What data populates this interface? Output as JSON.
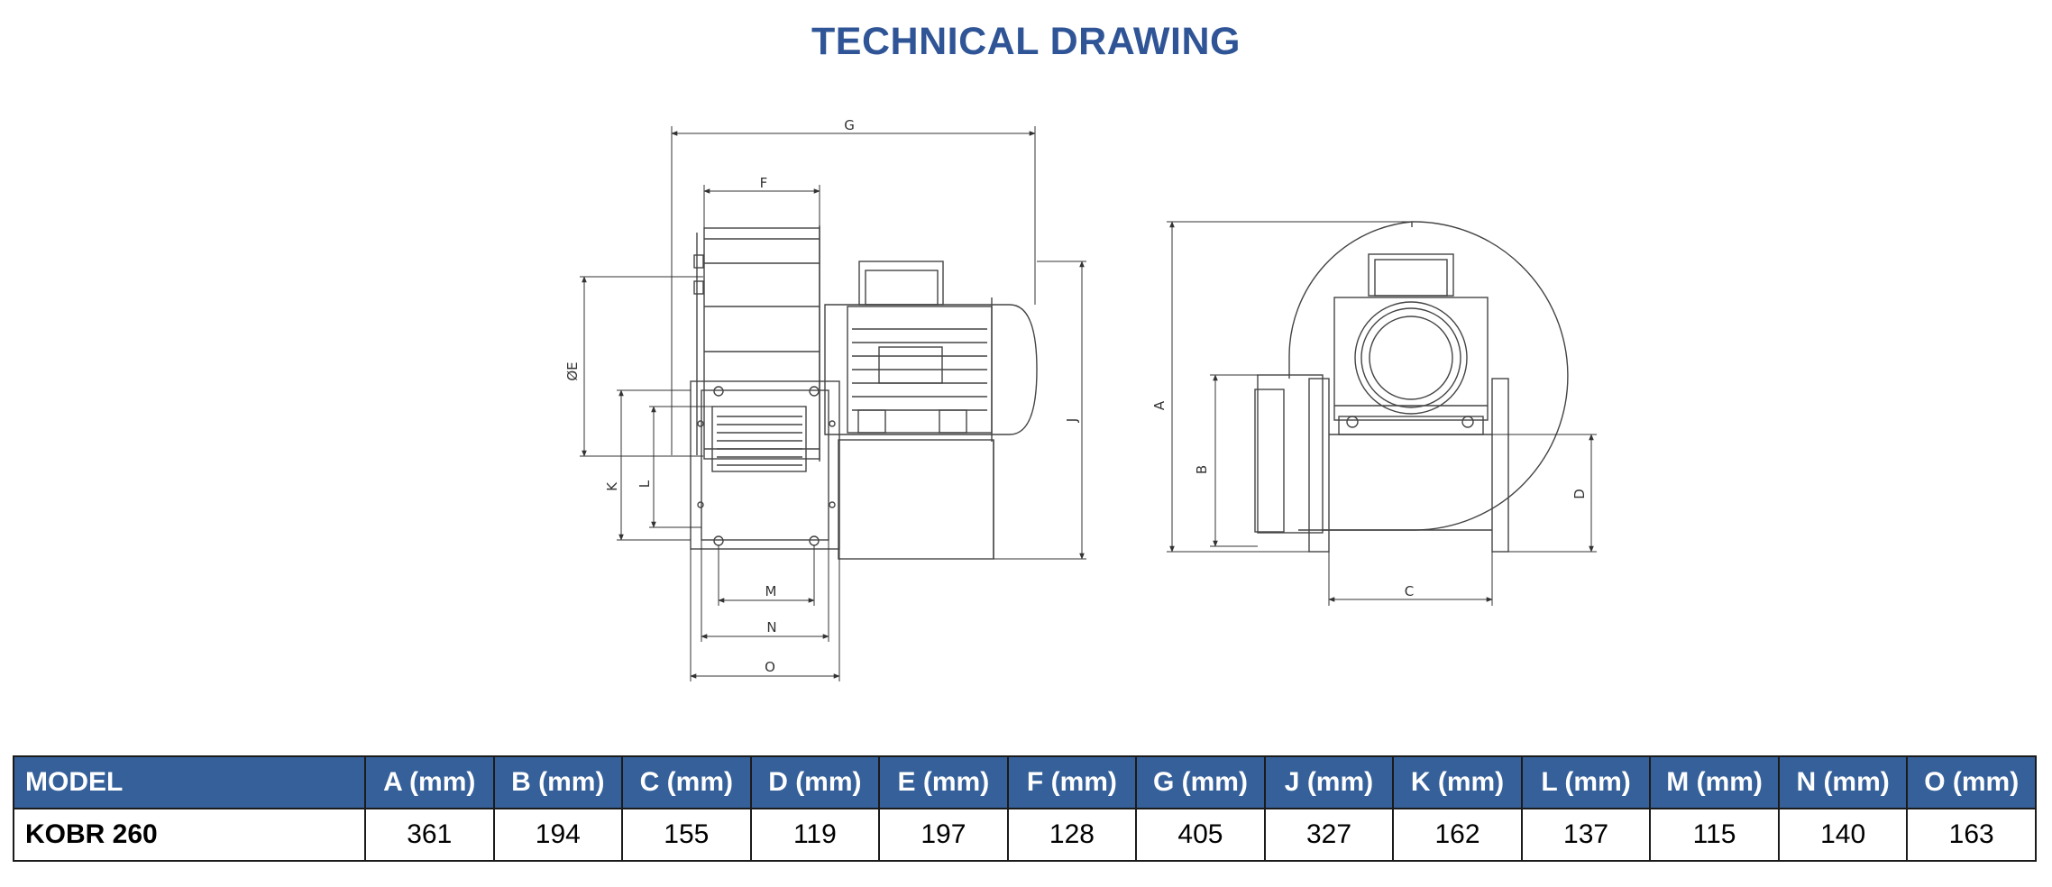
{
  "title": "TECHNICAL DRAWING",
  "side_view_labels": {
    "G": "G",
    "F": "F",
    "E": "ØE",
    "J": "J",
    "K": "K",
    "L": "L",
    "M": "M",
    "N": "N",
    "O": "O"
  },
  "front_view_labels": {
    "A": "A",
    "B": "B",
    "C": "C",
    "D": "D"
  },
  "table": {
    "headers": [
      "MODEL",
      "A (mm)",
      "B (mm)",
      "C (mm)",
      "D (mm)",
      "E (mm)",
      "F (mm)",
      "G (mm)",
      "J (mm)",
      "K (mm)",
      "L (mm)",
      "M (mm)",
      "N (mm)",
      "O (mm)"
    ],
    "rows": [
      [
        "KOBR 260",
        "361",
        "194",
        "155",
        "119",
        "197",
        "128",
        "405",
        "327",
        "162",
        "137",
        "115",
        "140",
        "163"
      ]
    ]
  },
  "colors": {
    "title": "#2f5597",
    "header_bg": "#35609a",
    "header_text": "#ffffff",
    "line": "#444444"
  }
}
